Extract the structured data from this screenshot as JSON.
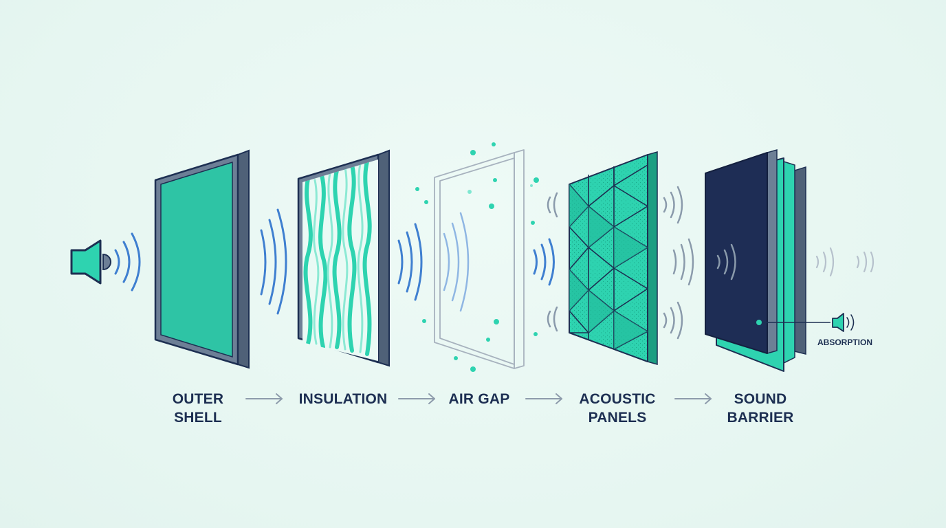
{
  "layers": [
    {
      "id": "outer-shell",
      "line1": "OUTER",
      "line2": "SHELL"
    },
    {
      "id": "insulation",
      "line1": "INSULATION",
      "line2": ""
    },
    {
      "id": "air-gap",
      "line1": "AIR GAP",
      "line2": ""
    },
    {
      "id": "acoustic-panels",
      "line1": "ACOUSTIC",
      "line2": "PANELS"
    },
    {
      "id": "sound-barrier",
      "line1": "SOUND",
      "line2": "BARRIER"
    }
  ],
  "annotation": {
    "label": "ABSORPTION"
  },
  "icons": {
    "source": "speaker-icon",
    "absorption": "small-speaker-icon",
    "flow": "arrow-right-icon"
  },
  "colors": {
    "navy": "#1d2f52",
    "teal": "#2ed3b0",
    "teal_dark": "#20b99a",
    "frame": "#6d7f96",
    "wave_blue": "#3f7fd0",
    "wave_grey": "#8a9aab",
    "arrow": "#8d9bab",
    "barrier_navy": "#1e2d55"
  }
}
